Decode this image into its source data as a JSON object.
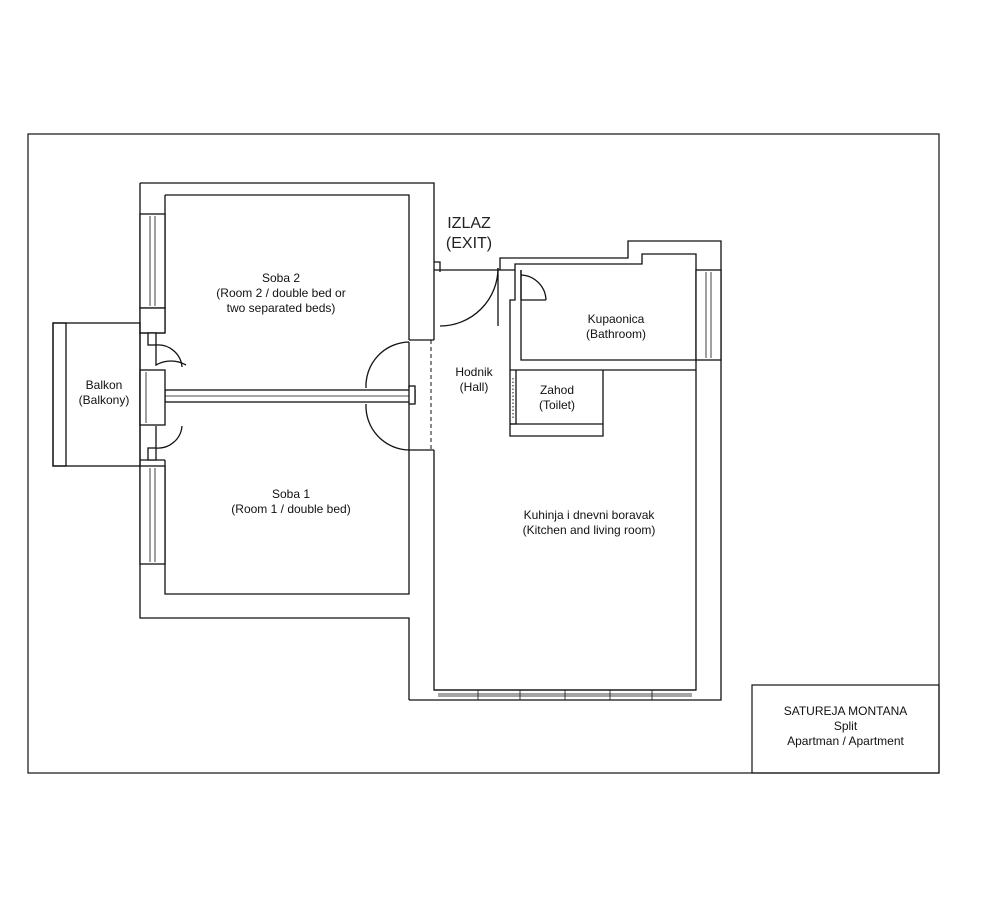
{
  "rooms": {
    "soba2": {
      "name": "Soba 2",
      "desc_1": "(Room 2 / double bed or",
      "desc_2": "two separated beds)"
    },
    "soba1": {
      "name": "Soba 1",
      "desc": "(Room 1 / double bed)"
    },
    "balkon": {
      "name": "Balkon",
      "desc": "(Balkony)"
    },
    "hodnik": {
      "name": "Hodnik",
      "desc": "(Hall)"
    },
    "kupaonica": {
      "name": "Kupaonica",
      "desc": "(Bathroom)"
    },
    "zahod": {
      "name": "Zahod",
      "desc": "(Toilet)"
    },
    "kuhinja": {
      "name": "Kuhinja i dnevni boravak",
      "desc": "(Kitchen and living room)"
    }
  },
  "exit": {
    "label": "IZLAZ",
    "label_en": "(EXIT)"
  },
  "title_block": {
    "name": "SATUREJA MONTANA",
    "city": "Split",
    "type": "Apartman / Apartment"
  }
}
